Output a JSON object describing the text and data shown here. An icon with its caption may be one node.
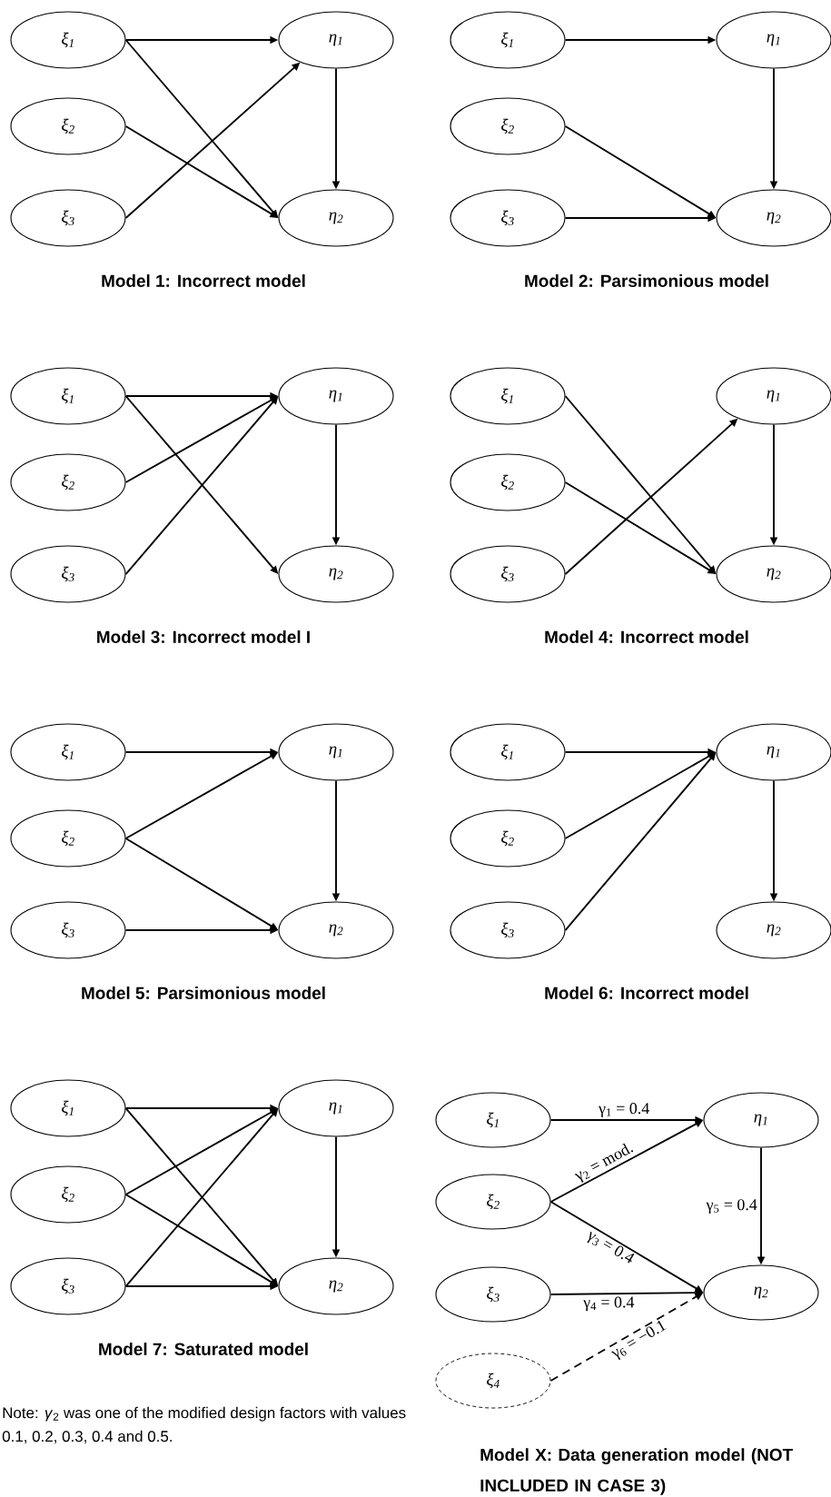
{
  "diagram": {
    "nodes": [
      {
        "text": [
          "ξ$_{1}$"
        ]
      },
      {
        "text": [
          "ξ$_{2}$"
        ]
      },
      {
        "text": [
          "ξ$_{3}$"
        ]
      },
      {
        "text": [
          "η$_{1}$"
        ]
      },
      {
        "text": [
          "η$_{2}$"
        ]
      },
      {
        "text": [
          "ξ$_{1}$"
        ]
      },
      {
        "text": [
          "ξ$_{2}$"
        ]
      },
      {
        "text": [
          "ξ$_{3}$"
        ]
      },
      {
        "text": [
          "η$_{1}$"
        ]
      },
      {
        "text": [
          "η$_{2}$"
        ]
      },
      {
        "text": [
          "ξ$_{1}$"
        ]
      },
      {
        "text": [
          "ξ$_{2}$"
        ]
      },
      {
        "text": [
          "ξ$_{3}$"
        ]
      },
      {
        "text": [
          "η$_{1}$"
        ]
      },
      {
        "text": [
          "η$_{2}$"
        ]
      },
      {
        "text": [
          "ξ$_{1}$"
        ]
      },
      {
        "text": [
          "ξ$_{2}$"
        ]
      },
      {
        "text": [
          "ξ$_{3}$"
        ]
      },
      {
        "text": [
          "η$_{1}$"
        ]
      },
      {
        "text": [
          "η$_{2}$"
        ]
      },
      {
        "text": [
          "ξ$_{1}$"
        ]
      },
      {
        "text": [
          "ξ$_{2}$"
        ]
      },
      {
        "text": [
          "ξ$_{3}$"
        ]
      },
      {
        "text": [
          "η$_{1}$"
        ]
      },
      {
        "text": [
          "η$_{2}$"
        ]
      },
      {
        "text": [
          "ξ$_{1}$"
        ]
      },
      {
        "text": [
          "ξ$_{2}$"
        ]
      },
      {
        "text": [
          "ξ$_{3}$"
        ]
      },
      {
        "text": [
          "η$_{1}$"
        ]
      },
      {
        "text": [
          "η$_{2}$"
        ]
      },
      {
        "text": [
          "ξ$_{1}$"
        ]
      },
      {
        "text": [
          "ξ$_{2}$"
        ]
      },
      {
        "text": [
          "ξ$_{3}$"
        ]
      },
      {
        "text": [
          "η$_{1}$"
        ]
      },
      {
        "text": [
          "η$_{2}$"
        ]
      },
      {
        "text": [
          "ξ$_{1}$"
        ]
      },
      {
        "text": [
          "ξ$_{2}$"
        ]
      },
      {
        "text": [
          "ξ$_{3}$"
        ]
      },
      {
        "text": [
          "η$_{1}$"
        ]
      },
      {
        "text": [
          "η$_{2}$"
        ]
      },
      {
        "text": [
          "ξ$_{4}$"
        ]
      }
    ],
    "edges": [
      {
        "from": 0,
        "to": 3,
        "arrow": "to"
      },
      {
        "from": 0,
        "to": 4,
        "arrow": "to"
      },
      {
        "from": 1,
        "to": 4,
        "arrow": "to"
      },
      {
        "from": 2,
        "to": 3,
        "arrow": "to"
      },
      {
        "from": 3,
        "to": 4,
        "arrow": "to"
      },
      {
        "from": 5,
        "to": 8,
        "arrow": "to"
      },
      {
        "from": 6,
        "to": 9,
        "arrow": "to"
      },
      {
        "from": 7,
        "to": 9,
        "arrow": "to"
      },
      {
        "from": 8,
        "to": 9,
        "arrow": "to"
      },
      {
        "from": 10,
        "to": 13,
        "arrow": "to"
      },
      {
        "from": 10,
        "to": 14,
        "arrow": "to"
      },
      {
        "from": 11,
        "to": 13,
        "arrow": "to"
      },
      {
        "from": 12,
        "to": 13,
        "arrow": "to"
      },
      {
        "from": 13,
        "to": 14,
        "arrow": "to"
      },
      {
        "from": 15,
        "to": 19,
        "arrow": "to"
      },
      {
        "from": 16,
        "to": 19,
        "arrow": "to"
      },
      {
        "from": 17,
        "to": 18,
        "arrow": "to"
      },
      {
        "from": 18,
        "to": 19,
        "arrow": "to"
      },
      {
        "from": 20,
        "to": 23,
        "arrow": "to"
      },
      {
        "from": 21,
        "to": 23,
        "arrow": "to"
      },
      {
        "from": 21,
        "to": 24,
        "arrow": "to"
      },
      {
        "from": 22,
        "to": 24,
        "arrow": "to"
      },
      {
        "from": 23,
        "to": 24,
        "arrow": "to"
      },
      {
        "from": 25,
        "to": 28,
        "arrow": "to"
      },
      {
        "from": 26,
        "to": 28,
        "arrow": "to"
      },
      {
        "from": 27,
        "to": 28,
        "arrow": "to"
      },
      {
        "from": 28,
        "to": 29,
        "arrow": "to"
      },
      {
        "from": 30,
        "to": 33,
        "arrow": "to"
      },
      {
        "from": 30,
        "to": 34,
        "arrow": "to"
      },
      {
        "from": 31,
        "to": 33,
        "arrow": "to"
      },
      {
        "from": 31,
        "to": 34,
        "arrow": "to"
      },
      {
        "from": 32,
        "to": 33,
        "arrow": "to"
      },
      {
        "from": 32,
        "to": 34,
        "arrow": "to"
      },
      {
        "from": 33,
        "to": 34,
        "arrow": "to"
      },
      {
        "from": 35,
        "to": 38,
        "arrow": "to",
        "label": "γ$_{1}$ = 0.4"
      },
      {
        "from": 36,
        "to": 38,
        "arrow": "to",
        "label": "γ$_{2}$ = mod."
      },
      {
        "from": 36,
        "to": 39,
        "arrow": "to",
        "label": "γ$_{3}$ = 0.4"
      },
      {
        "from": 37,
        "to": 39,
        "arrow": "to",
        "label": "γ$_{4}$ = 0.4"
      },
      {
        "from": 38,
        "to": 39,
        "arrow": "to",
        "label": "γ$_{5}$ = 0.4"
      },
      {
        "from": 40,
        "to": 39,
        "arrow": "to",
        "label": "γ$_{6}$ = −0.1",
        "style": "dashed"
      }
    ],
    "labels": [
      "Model 1: Incorrect model",
      "Model 2: Parsimonious model",
      "Model 3: Incorrect model I",
      "Model 4: Incorrect model",
      "Model 5: Parsimonious model",
      "Model 6: Incorrect model",
      "Model 7: Saturated model",
      "Note: *γ*$_{2}$ was one of the modified design factors with values 0.1, 0.2, 0.3, 0.4 and 0.5.",
      "Model X: Data generation model (NOT INCLUDED IN CASE 3)"
    ]
  }
}
